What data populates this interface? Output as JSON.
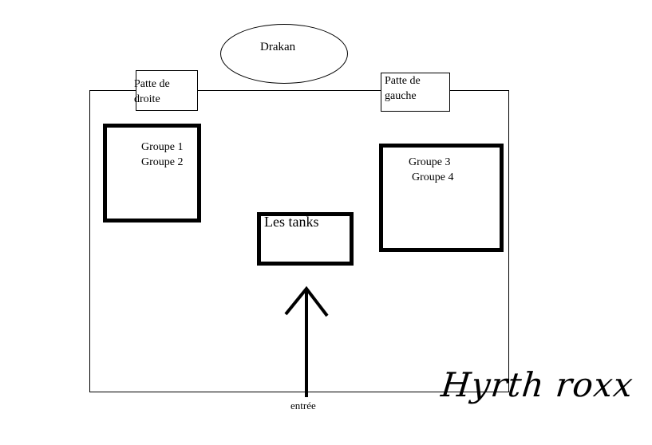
{
  "boss": {
    "label": "Drakan"
  },
  "paws": {
    "right": "Patte de droite",
    "left": "Patte de gauche"
  },
  "groups_left": [
    "Groupe 1",
    "Groupe 2"
  ],
  "groups_right": [
    "Groupe 3",
    "Groupe 4"
  ],
  "tanks": "Les tanks",
  "entry": "entrée",
  "signature": "Hyrth roxx",
  "colors": {
    "line": "#000000",
    "background": "#ffffff"
  }
}
